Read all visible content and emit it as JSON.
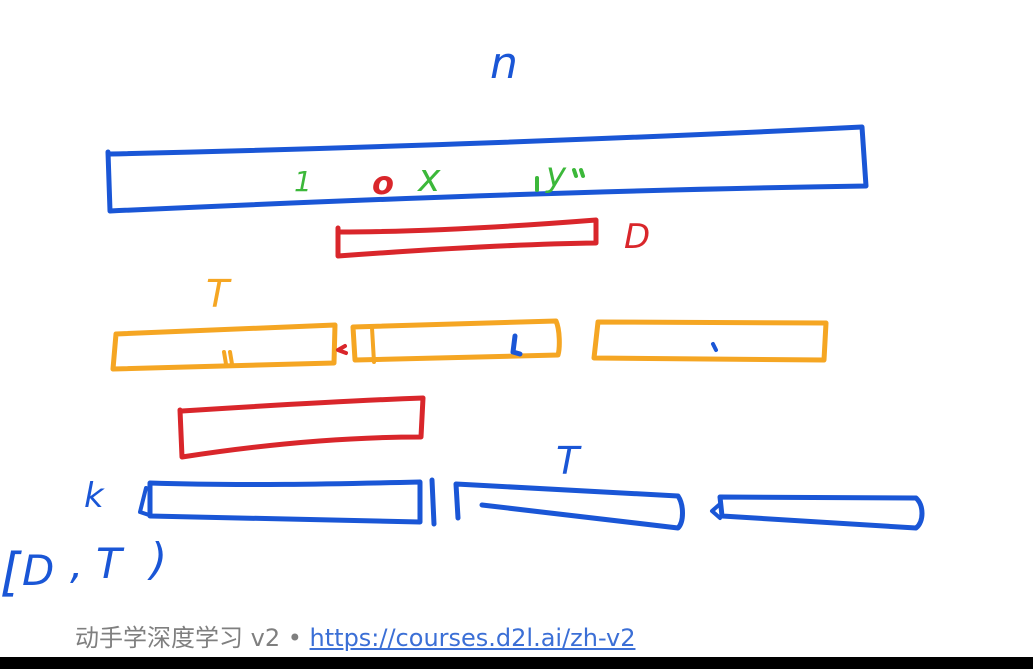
{
  "colors": {
    "blue": "#1a56d6",
    "red": "#d9262b",
    "orange": "#f5a623",
    "green": "#3cb83a",
    "footer_gray": "#7f7f7f",
    "link_blue": "#3b6fd6"
  },
  "labels": {
    "n": "n",
    "x": "x",
    "y": "y",
    "zero": "o",
    "one": "1",
    "D": "D",
    "T_top": "T",
    "T_bottom": "T",
    "k": "k",
    "range_open": "[",
    "range_D": "D",
    "range_comma": ",",
    "range_T": "T",
    "range_close": ")"
  },
  "footer": {
    "course": "动手学深度学习 v2 •",
    "url": "https://courses.d2l.ai/zh-v2"
  }
}
